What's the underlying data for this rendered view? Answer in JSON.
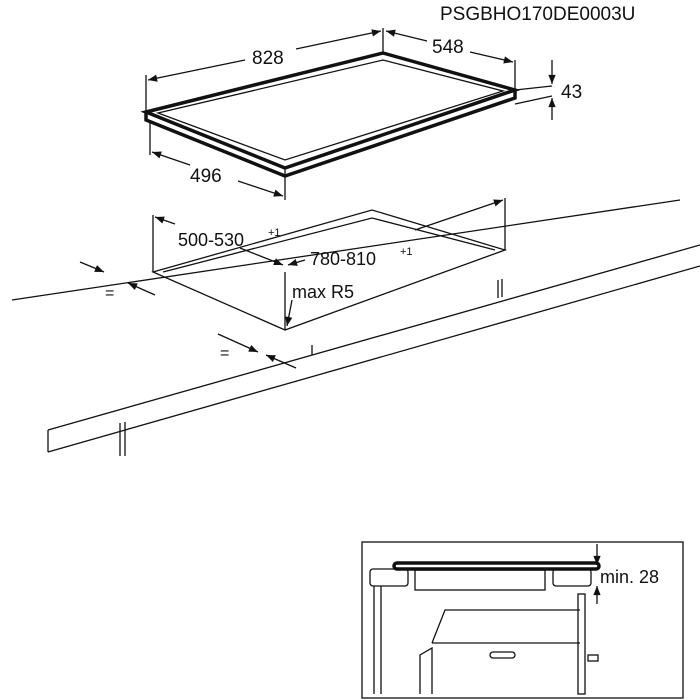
{
  "drawing_code": "PSGBHO170DE0003U",
  "hob_dimensions": {
    "width": "828",
    "depth": "548",
    "height": "43",
    "inner_depth": "496"
  },
  "cutout": {
    "depth": "500-530",
    "depth_tol": "+1",
    "width": "780-810",
    "width_tol": "+1",
    "radius": "max R5",
    "equal_sign": "="
  },
  "inset": {
    "clearance": "min. 28"
  }
}
